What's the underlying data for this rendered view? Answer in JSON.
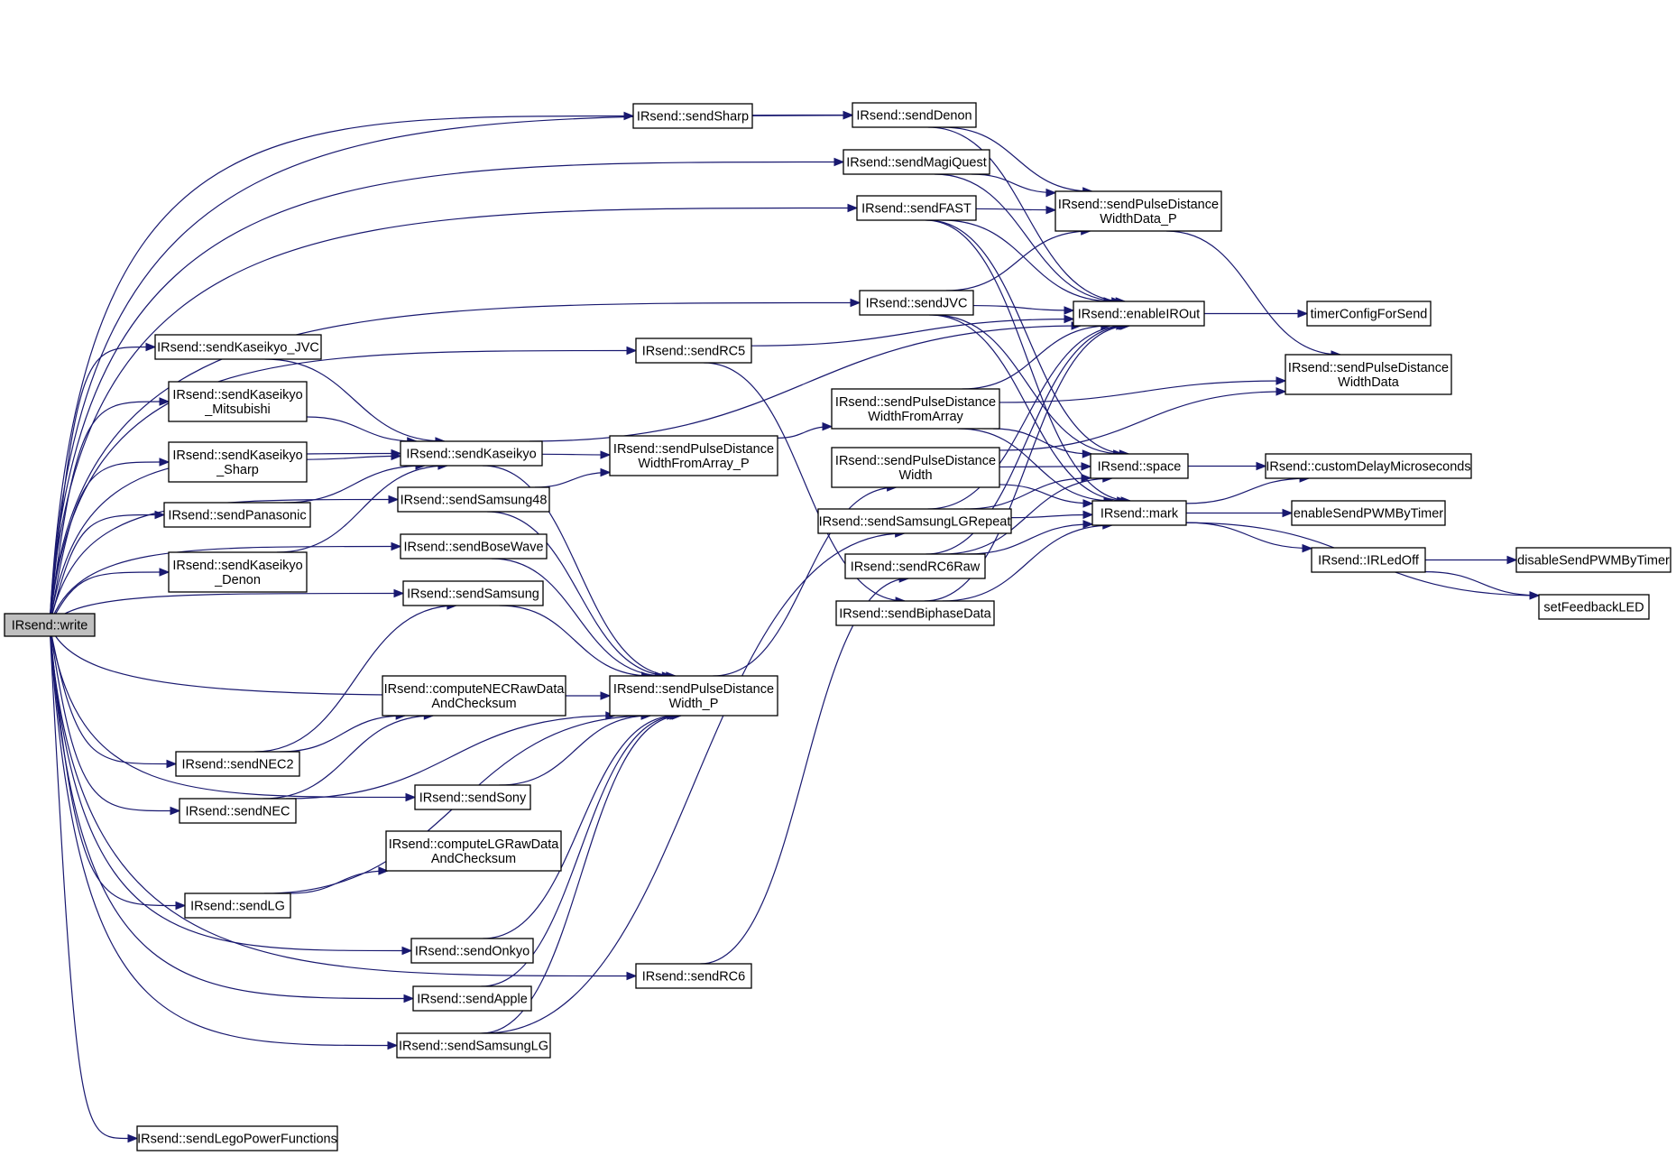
{
  "graph": {
    "root": "IRsend::write",
    "nodes": [
      {
        "id": "write",
        "lines": [
          "IRsend::write"
        ]
      },
      {
        "id": "sendLegoPowerFunctions",
        "lines": [
          "IRsend::sendLegoPowerFunctions"
        ]
      },
      {
        "id": "sendKaseikyo_JVC",
        "lines": [
          "IRsend::sendKaseikyo_JVC"
        ]
      },
      {
        "id": "sendKaseikyo_Mitsubishi",
        "lines": [
          "IRsend::sendKaseikyo",
          "_Mitsubishi"
        ]
      },
      {
        "id": "sendKaseikyo_Sharp",
        "lines": [
          "IRsend::sendKaseikyo",
          "_Sharp"
        ]
      },
      {
        "id": "sendPanasonic",
        "lines": [
          "IRsend::sendPanasonic"
        ]
      },
      {
        "id": "sendKaseikyo_Denon",
        "lines": [
          "IRsend::sendKaseikyo",
          "_Denon"
        ]
      },
      {
        "id": "sendNEC2",
        "lines": [
          "IRsend::sendNEC2"
        ]
      },
      {
        "id": "sendNEC",
        "lines": [
          "IRsend::sendNEC"
        ]
      },
      {
        "id": "sendLG",
        "lines": [
          "IRsend::sendLG"
        ]
      },
      {
        "id": "sendKaseikyo",
        "lines": [
          "IRsend::sendKaseikyo"
        ]
      },
      {
        "id": "sendSamsung48",
        "lines": [
          "IRsend::sendSamsung48"
        ]
      },
      {
        "id": "sendBoseWave",
        "lines": [
          "IRsend::sendBoseWave"
        ]
      },
      {
        "id": "sendSamsung",
        "lines": [
          "IRsend::sendSamsung"
        ]
      },
      {
        "id": "computeNECRawDataAndChecksum",
        "lines": [
          "IRsend::computeNECRawData",
          "AndChecksum"
        ]
      },
      {
        "id": "sendSony",
        "lines": [
          "IRsend::sendSony"
        ]
      },
      {
        "id": "computeLGRawDataAndChecksum",
        "lines": [
          "IRsend::computeLGRawData",
          "AndChecksum"
        ]
      },
      {
        "id": "sendOnkyo",
        "lines": [
          "IRsend::sendOnkyo"
        ]
      },
      {
        "id": "sendApple",
        "lines": [
          "IRsend::sendApple"
        ]
      },
      {
        "id": "sendSamsungLG",
        "lines": [
          "IRsend::sendSamsungLG"
        ]
      },
      {
        "id": "sendSharp",
        "lines": [
          "IRsend::sendSharp"
        ]
      },
      {
        "id": "sendRC5",
        "lines": [
          "IRsend::sendRC5"
        ]
      },
      {
        "id": "sendPulseDistanceWidthFromArray_P",
        "lines": [
          "IRsend::sendPulseDistance",
          "WidthFromArray_P"
        ]
      },
      {
        "id": "sendPulseDistanceWidth_P",
        "lines": [
          "IRsend::sendPulseDistance",
          "Width_P"
        ]
      },
      {
        "id": "sendRC6",
        "lines": [
          "IRsend::sendRC6"
        ]
      },
      {
        "id": "sendDenon",
        "lines": [
          "IRsend::sendDenon"
        ]
      },
      {
        "id": "sendMagiQuest",
        "lines": [
          "IRsend::sendMagiQuest"
        ]
      },
      {
        "id": "sendFAST",
        "lines": [
          "IRsend::sendFAST"
        ]
      },
      {
        "id": "sendJVC",
        "lines": [
          "IRsend::sendJVC"
        ]
      },
      {
        "id": "sendPulseDistanceWidthFromArray",
        "lines": [
          "IRsend::sendPulseDistance",
          "WidthFromArray"
        ]
      },
      {
        "id": "sendPulseDistanceWidth",
        "lines": [
          "IRsend::sendPulseDistance",
          "Width"
        ]
      },
      {
        "id": "sendSamsungLGRepeat",
        "lines": [
          "IRsend::sendSamsungLGRepeat"
        ]
      },
      {
        "id": "sendRC6Raw",
        "lines": [
          "IRsend::sendRC6Raw"
        ]
      },
      {
        "id": "sendBiphaseData",
        "lines": [
          "IRsend::sendBiphaseData"
        ]
      },
      {
        "id": "sendPulseDistanceWidthData_P",
        "lines": [
          "IRsend::sendPulseDistance",
          "WidthData_P"
        ]
      },
      {
        "id": "enableIROut",
        "lines": [
          "IRsend::enableIROut"
        ]
      },
      {
        "id": "space",
        "lines": [
          "IRsend::space"
        ]
      },
      {
        "id": "mark",
        "lines": [
          "IRsend::mark"
        ]
      },
      {
        "id": "timerConfigForSend",
        "lines": [
          "timerConfigForSend"
        ]
      },
      {
        "id": "sendPulseDistanceWidthData",
        "lines": [
          "IRsend::sendPulseDistance",
          "WidthData"
        ]
      },
      {
        "id": "customDelayMicroseconds",
        "lines": [
          "IRsend::customDelayMicroseconds"
        ]
      },
      {
        "id": "enableSendPWMByTimer",
        "lines": [
          "enableSendPWMByTimer"
        ]
      },
      {
        "id": "IRLedOff",
        "lines": [
          "IRsend::IRLedOff"
        ]
      },
      {
        "id": "disableSendPWMByTimer",
        "lines": [
          "disableSendPWMByTimer"
        ]
      },
      {
        "id": "setFeedbackLED",
        "lines": [
          "setFeedbackLED"
        ]
      }
    ],
    "edges": [
      [
        "write",
        "sendDenon"
      ],
      [
        "write",
        "sendSharp"
      ],
      [
        "write",
        "sendMagiQuest"
      ],
      [
        "write",
        "sendFAST"
      ],
      [
        "write",
        "sendJVC"
      ],
      [
        "write",
        "sendRC5"
      ],
      [
        "write",
        "sendKaseikyo_JVC"
      ],
      [
        "write",
        "sendKaseikyo_Mitsubishi"
      ],
      [
        "write",
        "sendKaseikyo_Sharp"
      ],
      [
        "write",
        "sendPanasonic"
      ],
      [
        "write",
        "sendKaseikyo_Denon"
      ],
      [
        "write",
        "sendKaseikyo"
      ],
      [
        "write",
        "sendSamsung48"
      ],
      [
        "write",
        "sendBoseWave"
      ],
      [
        "write",
        "sendSamsung"
      ],
      [
        "write",
        "sendPulseDistanceWidth_P"
      ],
      [
        "write",
        "sendNEC2"
      ],
      [
        "write",
        "sendNEC"
      ],
      [
        "write",
        "sendSony"
      ],
      [
        "write",
        "sendLG"
      ],
      [
        "write",
        "sendOnkyo"
      ],
      [
        "write",
        "sendApple"
      ],
      [
        "write",
        "sendSamsungLG"
      ],
      [
        "write",
        "sendRC6"
      ],
      [
        "write",
        "sendLegoPowerFunctions"
      ],
      [
        "sendKaseikyo_JVC",
        "sendKaseikyo"
      ],
      [
        "sendKaseikyo_Mitsubishi",
        "sendKaseikyo"
      ],
      [
        "sendKaseikyo_Sharp",
        "sendKaseikyo"
      ],
      [
        "sendPanasonic",
        "sendKaseikyo"
      ],
      [
        "sendKaseikyo_Denon",
        "sendKaseikyo"
      ],
      [
        "sendKaseikyo",
        "sendPulseDistanceWidthFromArray_P"
      ],
      [
        "sendKaseikyo",
        "sendPulseDistanceWidth_P"
      ],
      [
        "sendKaseikyo",
        "enableIROut"
      ],
      [
        "sendSamsung48",
        "sendPulseDistanceWidthFromArray_P"
      ],
      [
        "sendSamsung48",
        "sendPulseDistanceWidth_P"
      ],
      [
        "sendBoseWave",
        "sendPulseDistanceWidth_P"
      ],
      [
        "sendSamsung",
        "sendPulseDistanceWidth_P"
      ],
      [
        "sendNEC2",
        "computeNECRawDataAndChecksum"
      ],
      [
        "sendNEC2",
        "sendSamsung"
      ],
      [
        "sendNEC",
        "computeNECRawDataAndChecksum"
      ],
      [
        "sendNEC",
        "sendPulseDistanceWidth_P"
      ],
      [
        "sendSony",
        "sendPulseDistanceWidth_P"
      ],
      [
        "sendLG",
        "computeLGRawDataAndChecksum"
      ],
      [
        "sendLG",
        "sendPulseDistanceWidth_P"
      ],
      [
        "sendOnkyo",
        "sendPulseDistanceWidth_P"
      ],
      [
        "sendApple",
        "sendPulseDistanceWidth_P"
      ],
      [
        "sendSamsungLG",
        "sendPulseDistanceWidth_P"
      ],
      [
        "sendSamsungLG",
        "sendSamsungLGRepeat"
      ],
      [
        "sendSharp",
        "sendDenon"
      ],
      [
        "sendRC5",
        "enableIROut"
      ],
      [
        "sendRC5",
        "sendBiphaseData"
      ],
      [
        "sendRC6",
        "sendRC6Raw"
      ],
      [
        "sendPulseDistanceWidthFromArray_P",
        "sendPulseDistanceWidthFromArray"
      ],
      [
        "sendPulseDistanceWidth_P",
        "sendPulseDistanceWidth"
      ],
      [
        "sendDenon",
        "sendPulseDistanceWidthData_P"
      ],
      [
        "sendDenon",
        "enableIROut"
      ],
      [
        "sendMagiQuest",
        "sendPulseDistanceWidthData_P"
      ],
      [
        "sendMagiQuest",
        "enableIROut"
      ],
      [
        "sendFAST",
        "sendPulseDistanceWidthData_P"
      ],
      [
        "sendFAST",
        "enableIROut"
      ],
      [
        "sendFAST",
        "space"
      ],
      [
        "sendFAST",
        "mark"
      ],
      [
        "sendJVC",
        "enableIROut"
      ],
      [
        "sendJVC",
        "sendPulseDistanceWidthData_P"
      ],
      [
        "sendJVC",
        "space"
      ],
      [
        "sendJVC",
        "mark"
      ],
      [
        "sendPulseDistanceWidthFromArray",
        "sendPulseDistanceWidthData"
      ],
      [
        "sendPulseDistanceWidthFromArray",
        "enableIROut"
      ],
      [
        "sendPulseDistanceWidthFromArray",
        "space"
      ],
      [
        "sendPulseDistanceWidthFromArray",
        "mark"
      ],
      [
        "sendPulseDistanceWidth",
        "sendPulseDistanceWidthData"
      ],
      [
        "sendPulseDistanceWidth",
        "space"
      ],
      [
        "sendPulseDistanceWidth",
        "mark"
      ],
      [
        "sendSamsungLGRepeat",
        "enableIROut"
      ],
      [
        "sendSamsungLGRepeat",
        "space"
      ],
      [
        "sendSamsungLGRepeat",
        "mark"
      ],
      [
        "sendRC6Raw",
        "enableIROut"
      ],
      [
        "sendRC6Raw",
        "space"
      ],
      [
        "sendRC6Raw",
        "mark"
      ],
      [
        "sendBiphaseData",
        "mark"
      ],
      [
        "sendBiphaseData",
        "enableIROut"
      ],
      [
        "sendPulseDistanceWidthData_P",
        "sendPulseDistanceWidthData"
      ],
      [
        "enableIROut",
        "timerConfigForSend"
      ],
      [
        "space",
        "customDelayMicroseconds"
      ],
      [
        "mark",
        "customDelayMicroseconds"
      ],
      [
        "mark",
        "enableSendPWMByTimer"
      ],
      [
        "mark",
        "IRLedOff"
      ],
      [
        "mark",
        "setFeedbackLED"
      ],
      [
        "IRLedOff",
        "disableSendPWMByTimer"
      ],
      [
        "IRLedOff",
        "setFeedbackLED"
      ]
    ]
  }
}
